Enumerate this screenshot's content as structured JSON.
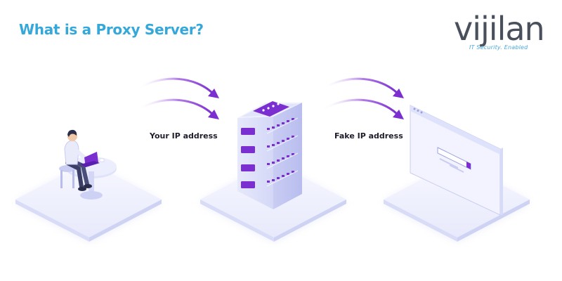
{
  "title": "What is a Proxy Server?",
  "logo": {
    "wordmark": "vijilan",
    "tagline": "IT Security. Enabled"
  },
  "flow": {
    "label_1": "Your IP address",
    "label_2": "Fake IP address"
  },
  "colors": {
    "title": "#35a8d9",
    "arrow": "#8a3fd1",
    "server_body": "#dfe2fb",
    "server_accent": "#7b2fd0",
    "platform": "#eef0fd"
  },
  "icons": [
    "user-laptop-icon",
    "server-icon",
    "browser-window-icon",
    "arrow-icon"
  ]
}
